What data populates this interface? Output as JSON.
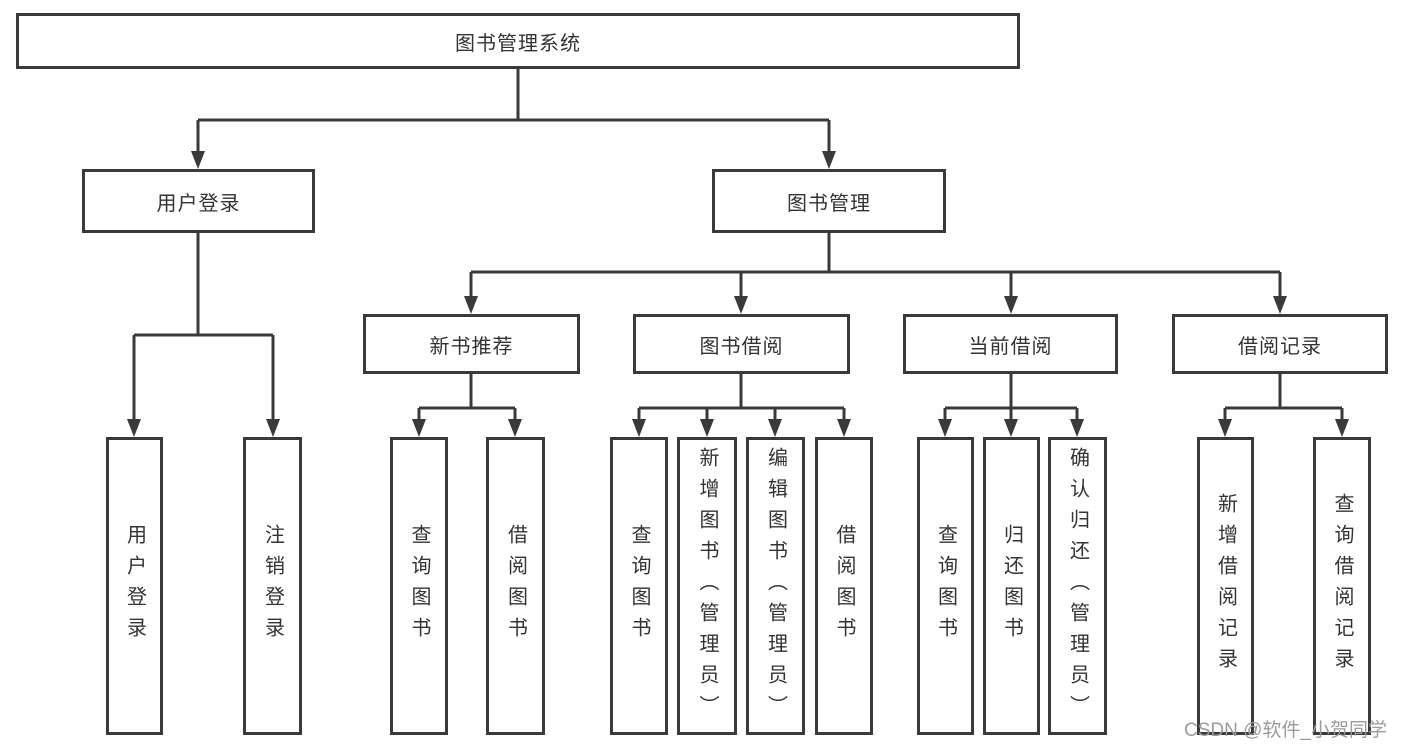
{
  "diagram": {
    "title": "图书管理系统",
    "branches": {
      "user_login": {
        "label": "用户登录",
        "children": [
          "用户登录",
          "注销登录"
        ]
      },
      "book_mgmt": {
        "label": "图书管理",
        "sections": [
          {
            "label": "新书推荐",
            "children": [
              "查询图书",
              "借阅图书"
            ]
          },
          {
            "label": "图书借阅",
            "children": [
              "查询图书",
              "新增图书（管理员）",
              "编辑图书（管理员）",
              "借阅图书"
            ]
          },
          {
            "label": "当前借阅",
            "children": [
              "查询图书",
              "归还图书",
              "确认归还（管理员）"
            ]
          },
          {
            "label": "借阅记录",
            "children": [
              "新增借阅记录",
              "查询借阅记录"
            ]
          }
        ]
      }
    }
  },
  "watermark": {
    "text": "CSDN @软件_小贺同学"
  },
  "colors": {
    "line": "#3a3a3a",
    "text": "#333333",
    "watermark": "#9b9b9b",
    "background": "#ffffff"
  }
}
